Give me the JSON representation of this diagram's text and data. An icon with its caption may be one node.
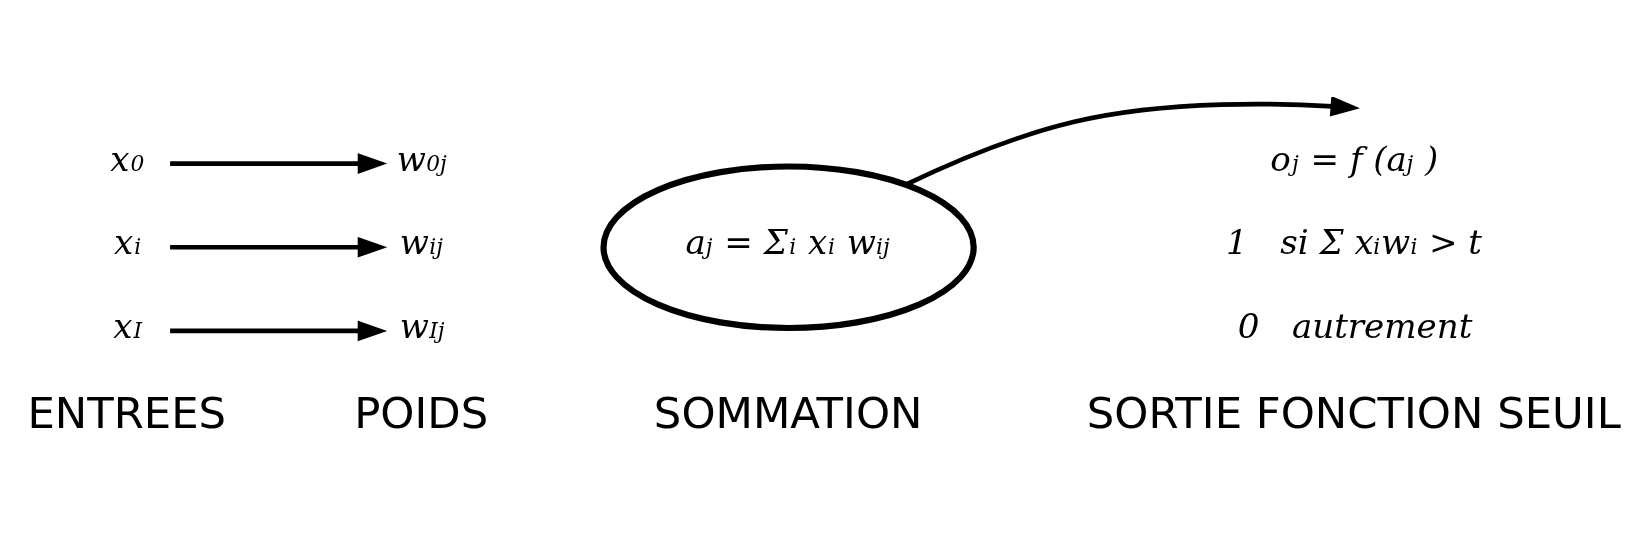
{
  "diagram": {
    "nodes": [
      {
        "text": [
          "x$_{0}$"
        ]
      },
      {
        "text": [
          "x$_{i}$"
        ]
      },
      {
        "text": [
          "x$_{I}$"
        ]
      },
      {
        "text": [
          "w$_{0j}$"
        ]
      },
      {
        "text": [
          "w$_{ij}$"
        ]
      },
      {
        "text": [
          "w$_{Ij}$"
        ]
      },
      {
        "text": [
          "a$_{j}$ = Σ$_{i}$ x$_{i}$ w$_{ij}$"
        ]
      }
    ],
    "edges": [
      {
        "from": 0,
        "to": 3,
        "arrow": "to"
      },
      {
        "from": 1,
        "to": 4,
        "arrow": "to"
      },
      {
        "from": 2,
        "to": 5,
        "arrow": "to"
      },
      {
        "from": 6,
        "to": null,
        "arrow": "to"
      }
    ],
    "labels": [
      "o$_{j}$ = f (a$_{j}$ )",
      "1   si Σ x$_{i}$w$_{i}$ > t",
      "0   autrement",
      "ENTREES",
      "POIDS",
      "SOMMATION",
      "SORTIE FONCTION SEUIL"
    ]
  }
}
